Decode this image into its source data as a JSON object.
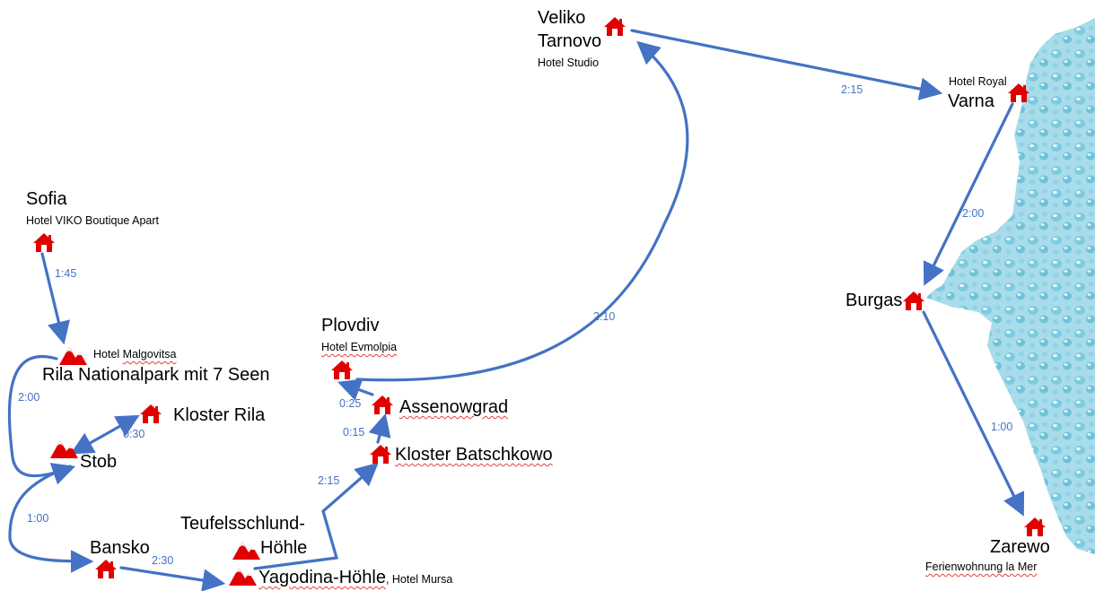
{
  "colors": {
    "route": "#4472c4",
    "icon": "#e00000",
    "sea_light": "#bfe8f2",
    "sea_mid": "#7ccbe0",
    "sea_dark": "#4aa9c6"
  },
  "places": {
    "sofia": {
      "name": "Sofia",
      "hotel": "Hotel VIKO Boutique Apart",
      "icon": "house-icon"
    },
    "rila": {
      "name": "Rila Nationalpark mit 7 Seen",
      "hotel_prefix": "Hotel ",
      "hotel_name": "Malgovitsa",
      "icon": "mountain-icon"
    },
    "kloster_rila": {
      "name": "Kloster Rila",
      "icon": "house-icon"
    },
    "stob": {
      "name": "Stob",
      "icon": "mountain-icon"
    },
    "bansko": {
      "name": "Bansko",
      "icon": "house-icon"
    },
    "teufelsschlund": {
      "name_line1": "Teufelsschlund-",
      "name_line2": "Höhle",
      "icon": "mountain-icon"
    },
    "yagodina": {
      "name": "Yagodina-Höhle",
      "hotel": ", Hotel Mursa",
      "icon": "mountain-icon"
    },
    "batschkowo": {
      "name": "Kloster Batschkowo",
      "icon": "house-icon"
    },
    "assenowgrad": {
      "name": "Assenowgrad",
      "icon": "house-icon"
    },
    "plovdiv": {
      "name": "Plovdiv",
      "hotel": "Hotel Evmolpia",
      "icon": "house-icon"
    },
    "veliko": {
      "name_line1": "Veliko",
      "name_line2": "Tarnovo",
      "hotel": "Hotel Studio",
      "icon": "house-icon"
    },
    "varna": {
      "name": "Varna",
      "hotel": "Hotel Royal",
      "icon": "house-icon"
    },
    "burgas": {
      "name": "Burgas",
      "icon": "house-icon"
    },
    "zarewo": {
      "name": "Zarewo",
      "hotel": "Ferienwohnung la Mer",
      "icon": "house-icon"
    }
  },
  "durations": {
    "sofia_rila": "1:45",
    "rila_stob": "2:00",
    "stob_kloster": "0:30",
    "stob_bansko": "1:00",
    "bansko_yagodina": "2:30",
    "yagodina_batschkowo": "2:15",
    "batschkowo_assenowgrad": "0:15",
    "assenowgrad_plovdiv": "0:25",
    "plovdiv_veliko": "2:10",
    "veliko_varna": "2:15",
    "varna_burgas": "2:00",
    "burgas_zarewo": "1:00"
  }
}
